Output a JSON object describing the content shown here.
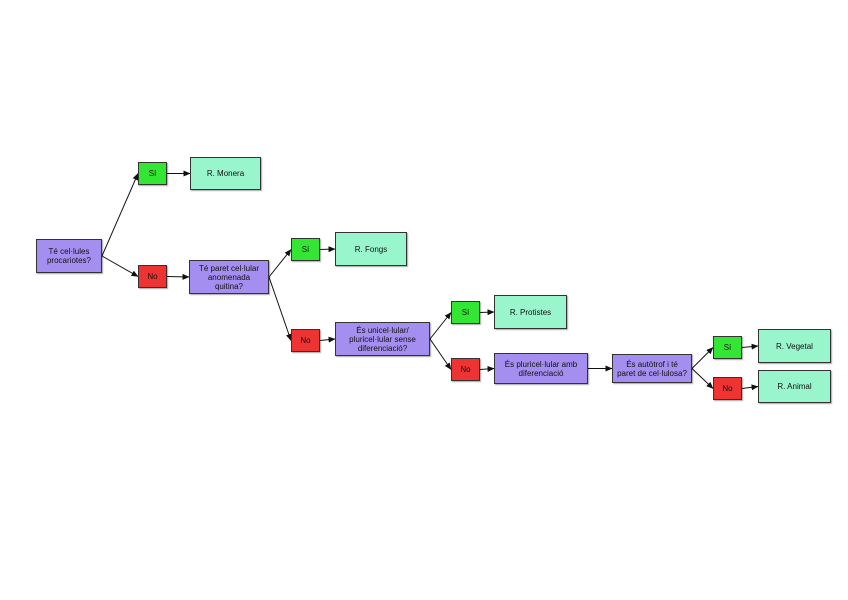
{
  "nodes": {
    "q1": "Té cel·lules procariotes?",
    "yes1": "Sí",
    "kingdom1": "R. Monera",
    "no1": "No",
    "q2": "Té paret cel·lular anomenada quitina?",
    "yes2": "Sí",
    "kingdom2": "R. Fongs",
    "no2": "No",
    "q3": "És unicel·lular/ pluricel·lular sense diferenciació?",
    "yes3": "Sí",
    "kingdom3": "R. Protistes",
    "no3": "No",
    "q4": "És pluricel·lular amb diferenciació",
    "q5": "És autòtrof i té paret de cel·lulosa?",
    "yes4": "Sí",
    "kingdom4": "R. Vegetal",
    "no4": "No",
    "kingdom5": "R. Animal"
  },
  "colors": {
    "question": "#a48ff0",
    "yes": "#33e633",
    "no": "#ee3333",
    "kingdom": "#99f5cc"
  },
  "edges": [
    [
      "q1",
      "yes1"
    ],
    [
      "q1",
      "no1"
    ],
    [
      "yes1",
      "kingdom1"
    ],
    [
      "no1",
      "q2"
    ],
    [
      "q2",
      "yes2"
    ],
    [
      "q2",
      "no2"
    ],
    [
      "yes2",
      "kingdom2"
    ],
    [
      "no2",
      "q3"
    ],
    [
      "q3",
      "yes3"
    ],
    [
      "q3",
      "no3"
    ],
    [
      "yes3",
      "kingdom3"
    ],
    [
      "no3",
      "q4"
    ],
    [
      "q4",
      "q5"
    ],
    [
      "q5",
      "yes4"
    ],
    [
      "q5",
      "no4"
    ],
    [
      "yes4",
      "kingdom4"
    ],
    [
      "no4",
      "kingdom5"
    ]
  ]
}
